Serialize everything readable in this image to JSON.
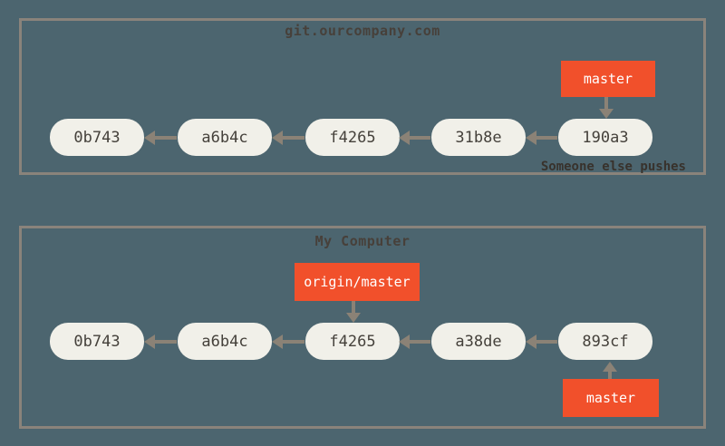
{
  "colors": {
    "background": "#4C656F",
    "box_border": "#8A837B",
    "commit_fill": "#F1F0E9",
    "commit_text": "#45413B",
    "arrow": "#8B8276",
    "branch_label_bg": "#F1502B",
    "branch_label_text": "#FFFFFF",
    "title_text": "#47403A",
    "annotation_text": "#38322C"
  },
  "server": {
    "title": "git.ourcompany.com",
    "commits": [
      "0b743",
      "a6b4c",
      "f4265",
      "31b8e",
      "190a3"
    ],
    "branch": {
      "label": "master",
      "points_to": "190a3"
    },
    "annotation": "Someone else pushes"
  },
  "local": {
    "title": "My Computer",
    "commits": [
      "0b743",
      "a6b4c",
      "f4265",
      "a38de",
      "893cf"
    ],
    "remote_branch": {
      "label": "origin/master",
      "points_to": "f4265"
    },
    "branch": {
      "label": "master",
      "points_to": "893cf"
    }
  }
}
